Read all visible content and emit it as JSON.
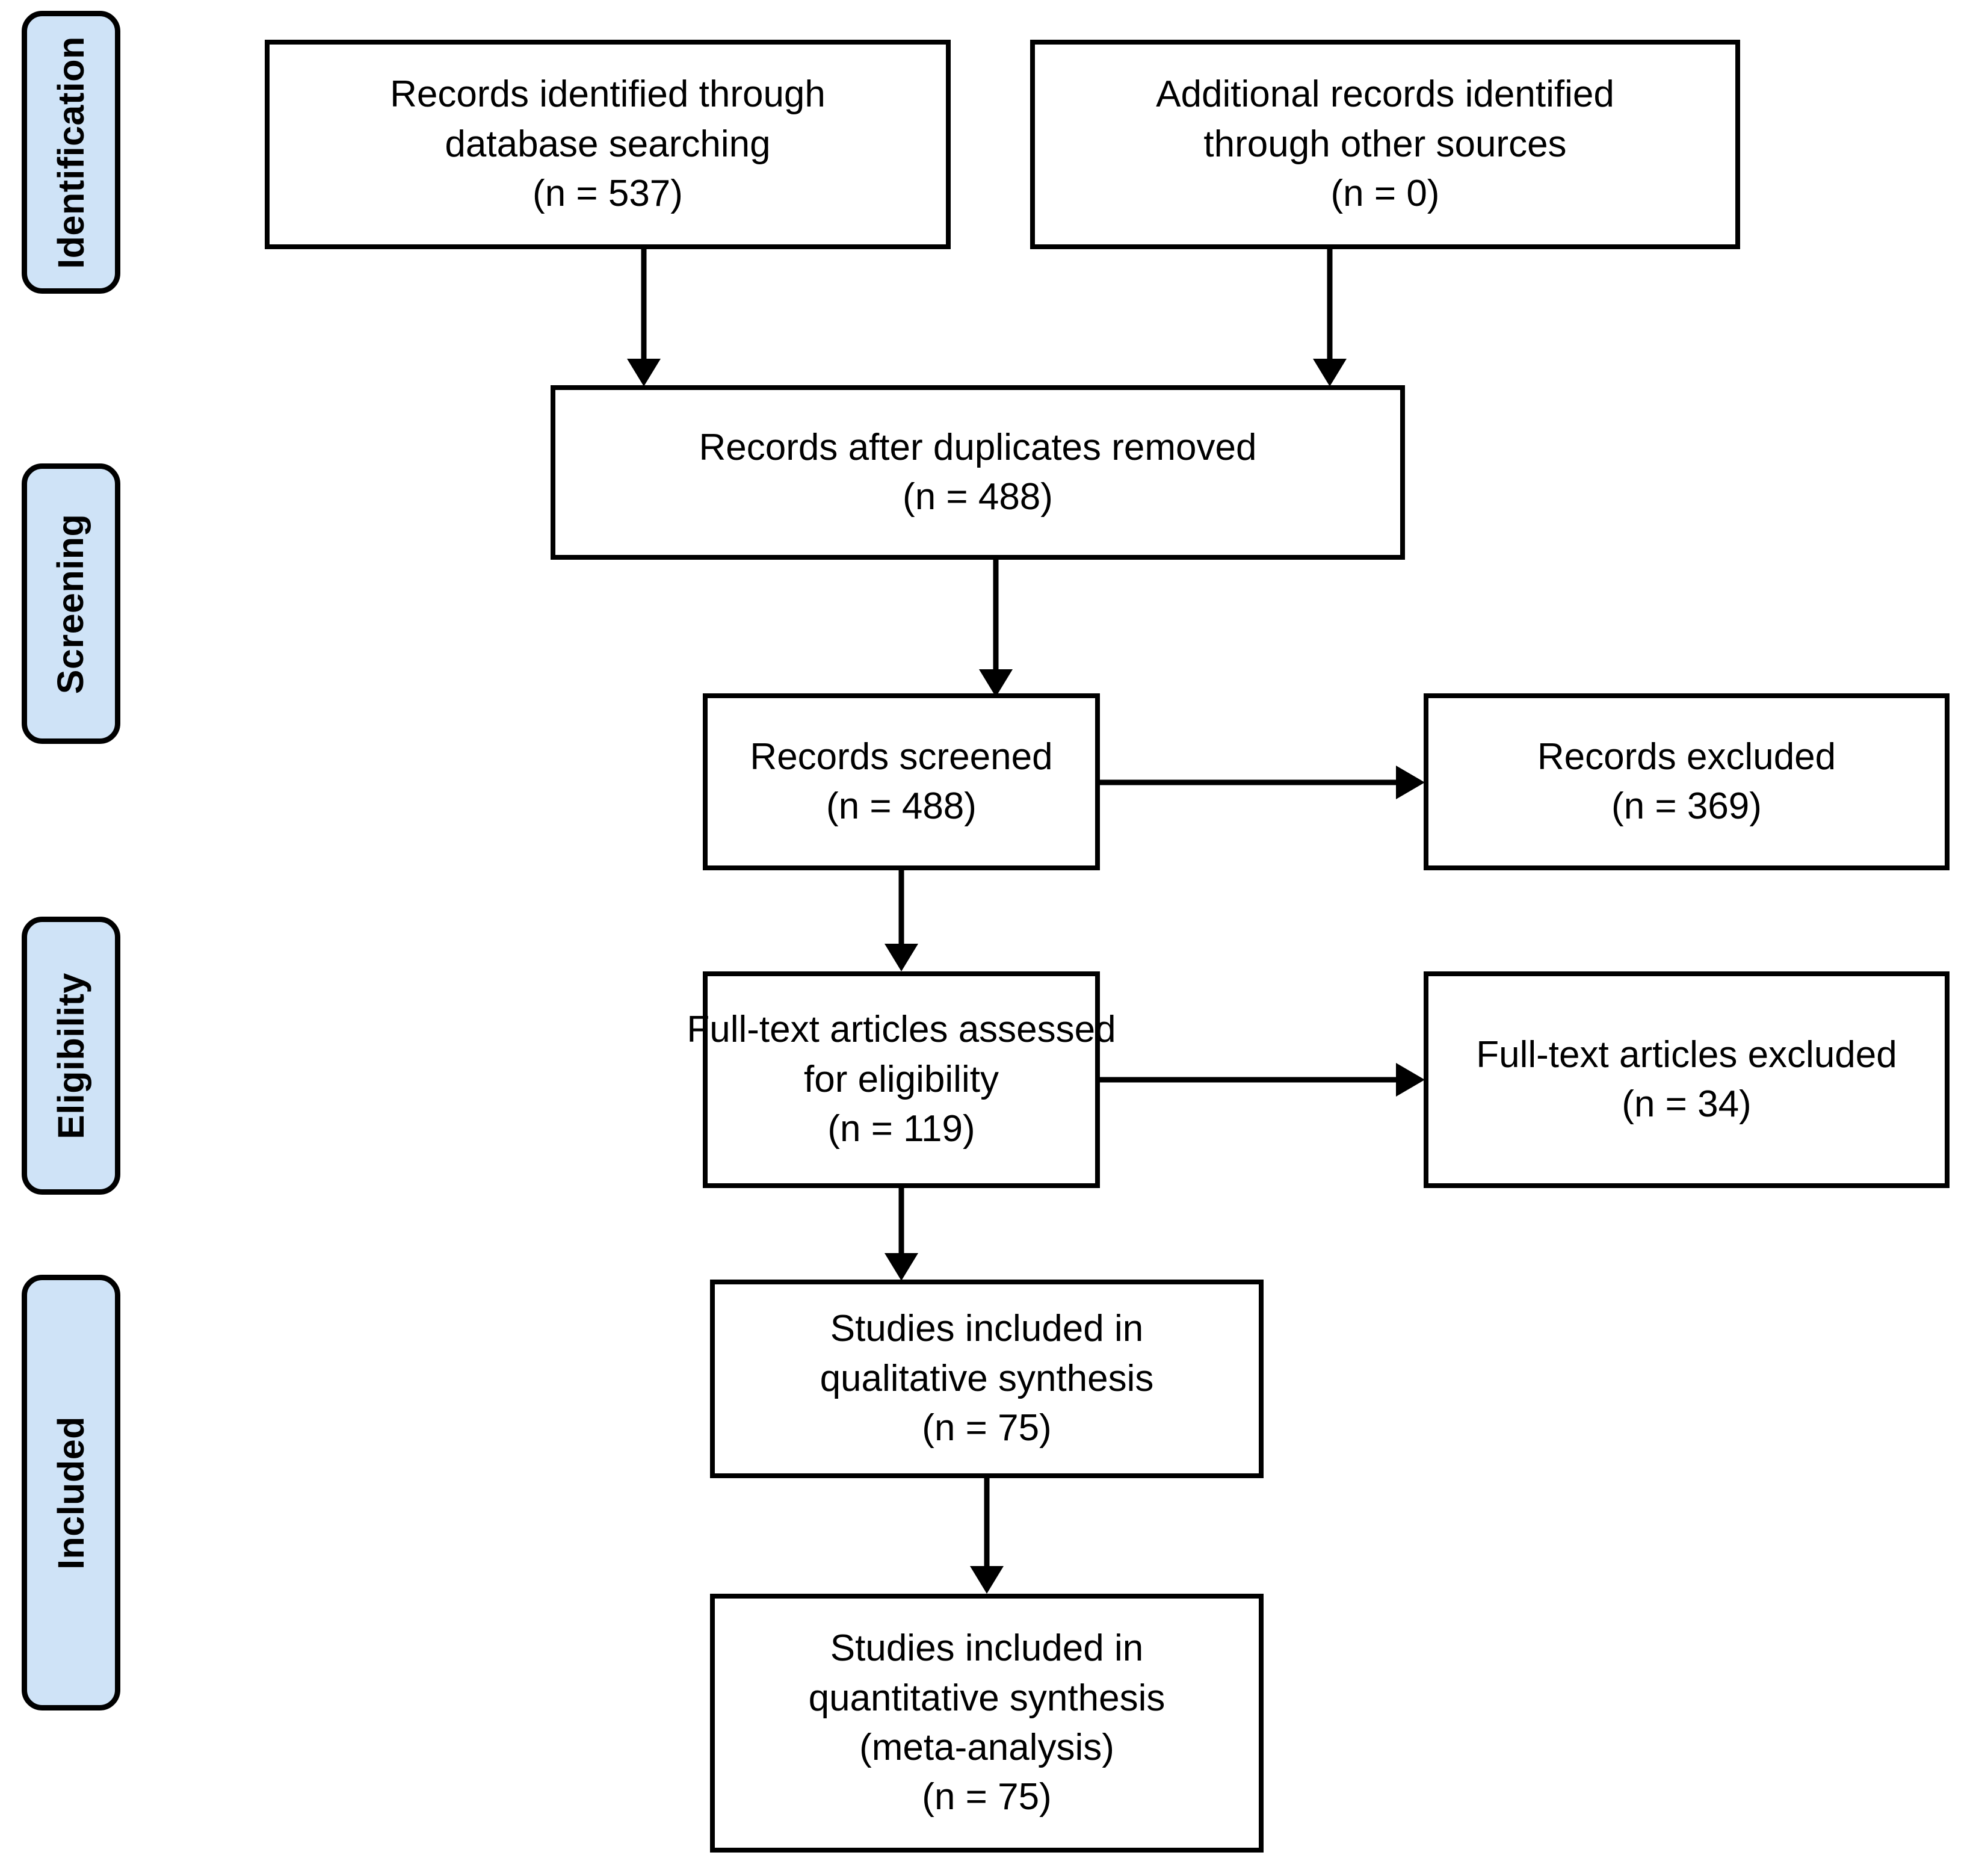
{
  "diagram": {
    "title": "PRISMA flow diagram",
    "accent_color": "#cfe3f7",
    "line_color": "#000000",
    "background_color": "#ffffff"
  },
  "stages": [
    {
      "id": "identification",
      "label": "Identification"
    },
    {
      "id": "screening",
      "label": "Screening"
    },
    {
      "id": "eligibility",
      "label": "Eligibility"
    },
    {
      "id": "included",
      "label": "Included"
    }
  ],
  "boxes": {
    "database_records": {
      "line1": "Records identified through",
      "line2": "database searching",
      "line3": "(n = 537)"
    },
    "other_records": {
      "line1": "Additional records identified",
      "line2": "through other sources",
      "line3": "(n = 0)"
    },
    "duplicates_removed": {
      "line1": "Records after duplicates removed",
      "line2": "(n = 488)"
    },
    "records_screened": {
      "line1": "Records screened",
      "line2": "(n = 488)"
    },
    "records_excluded": {
      "line1": "Records excluded",
      "line2": "(n = 369)"
    },
    "fulltext_assessed": {
      "line1": "Full-text articles assessed",
      "line2": "for eligibility",
      "line3": "(n = 119)"
    },
    "fulltext_excluded": {
      "line1": "Full-text articles excluded",
      "line2": "(n = 34)"
    },
    "qualitative_synthesis": {
      "line1": "Studies included in",
      "line2": "qualitative synthesis",
      "line3": "(n = 75)"
    },
    "quantitative_synthesis": {
      "line1": "Studies included in",
      "line2": "quantitative synthesis",
      "line3": "(meta-analysis)",
      "line4": "(n = 75)"
    }
  },
  "chart_data": {
    "type": "flowchart",
    "title": "PRISMA flow diagram",
    "stages": [
      "Identification",
      "Screening",
      "Eligibility",
      "Included"
    ],
    "nodes": [
      {
        "id": "database_records",
        "stage": "Identification",
        "label": "Records identified through database searching",
        "n": 537
      },
      {
        "id": "other_records",
        "stage": "Identification",
        "label": "Additional records identified through other sources",
        "n": 0
      },
      {
        "id": "duplicates_removed",
        "stage": "Screening",
        "label": "Records after duplicates removed",
        "n": 488
      },
      {
        "id": "records_screened",
        "stage": "Screening",
        "label": "Records screened",
        "n": 488
      },
      {
        "id": "records_excluded",
        "stage": "Screening",
        "label": "Records excluded",
        "n": 369
      },
      {
        "id": "fulltext_assessed",
        "stage": "Eligibility",
        "label": "Full-text articles assessed for eligibility",
        "n": 119
      },
      {
        "id": "fulltext_excluded",
        "stage": "Eligibility",
        "label": "Full-text articles excluded",
        "n": 34
      },
      {
        "id": "qualitative_synthesis",
        "stage": "Included",
        "label": "Studies included in qualitative synthesis",
        "n": 75
      },
      {
        "id": "quantitative_synthesis",
        "stage": "Included",
        "label": "Studies included in quantitative synthesis (meta-analysis)",
        "n": 75
      }
    ],
    "edges": [
      {
        "from": "database_records",
        "to": "duplicates_removed",
        "direction": "down"
      },
      {
        "from": "other_records",
        "to": "duplicates_removed",
        "direction": "down"
      },
      {
        "from": "duplicates_removed",
        "to": "records_screened",
        "direction": "down"
      },
      {
        "from": "records_screened",
        "to": "records_excluded",
        "direction": "right"
      },
      {
        "from": "records_screened",
        "to": "fulltext_assessed",
        "direction": "down"
      },
      {
        "from": "fulltext_assessed",
        "to": "fulltext_excluded",
        "direction": "right"
      },
      {
        "from": "fulltext_assessed",
        "to": "qualitative_synthesis",
        "direction": "down"
      },
      {
        "from": "qualitative_synthesis",
        "to": "quantitative_synthesis",
        "direction": "down"
      }
    ]
  }
}
